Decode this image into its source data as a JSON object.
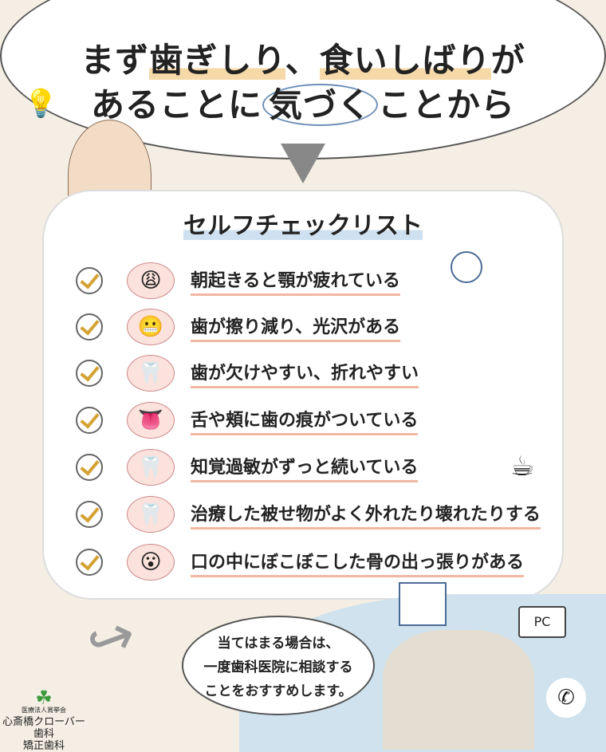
{
  "header": {
    "line1_pre": "まず",
    "line1_hl": "歯ぎしり",
    "line1_mid": "、",
    "line1_hl2": "食いしばり",
    "line1_post": "が",
    "line2_pre": "あることに",
    "line2_circled": "気づく",
    "line2_post": "ことから"
  },
  "checklist": {
    "title": "セルフチェックリスト",
    "items": [
      {
        "text": "朝起きると顎が疲れている",
        "icon": "tired-person-icon"
      },
      {
        "text": "歯が擦り減り、光沢がある",
        "icon": "teeth-icon"
      },
      {
        "text": "歯が欠けやすい、折れやすい",
        "icon": "broken-tooth-icon"
      },
      {
        "text": "舌や頬に歯の痕がついている",
        "icon": "tongue-icon"
      },
      {
        "text": "知覚過敏がずっと続いている",
        "icon": "sensitive-tooth-icon"
      },
      {
        "text": "治療した被せ物がよく外れたり壊れたりする",
        "icon": "crown-tooth-icon"
      },
      {
        "text": "口の中にぼこぼこした骨の出っ張りがある",
        "icon": "open-mouth-icon"
      }
    ]
  },
  "advice": {
    "line1": "当てはまる場合は、",
    "line2": "一度歯科医院に相談する",
    "line3": "ことをおすすめします。"
  },
  "pc_label": "PC",
  "logo": {
    "org": "医療法人賞挙会",
    "name": "心斎橋クローバー歯科",
    "sub": "矯正歯科"
  },
  "colors": {
    "background": "#f4eee4",
    "check": "#d4a233",
    "underline": "#f0b8a0",
    "blue": "#cfe2ee"
  }
}
